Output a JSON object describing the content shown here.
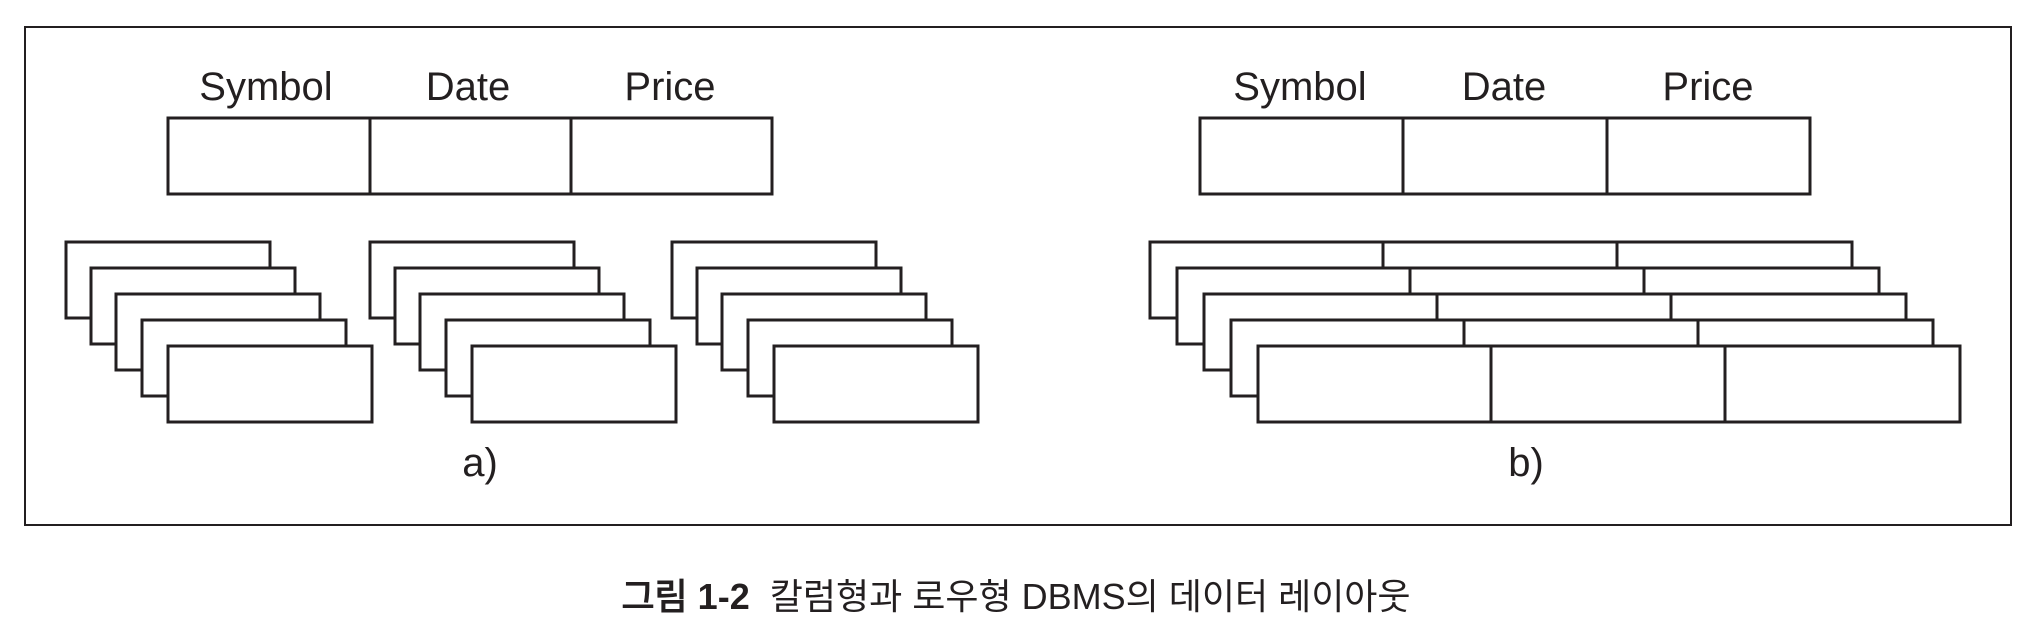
{
  "figure": {
    "panel_a": {
      "label": "a)",
      "columns": [
        "Symbol",
        "Date",
        "Price"
      ]
    },
    "panel_b": {
      "label": "b)",
      "columns": [
        "Symbol",
        "Date",
        "Price"
      ]
    }
  },
  "caption": {
    "number": "그림 1-2",
    "text": "칼럼형과 로우형 DBMS의 데이터 레이아웃"
  }
}
